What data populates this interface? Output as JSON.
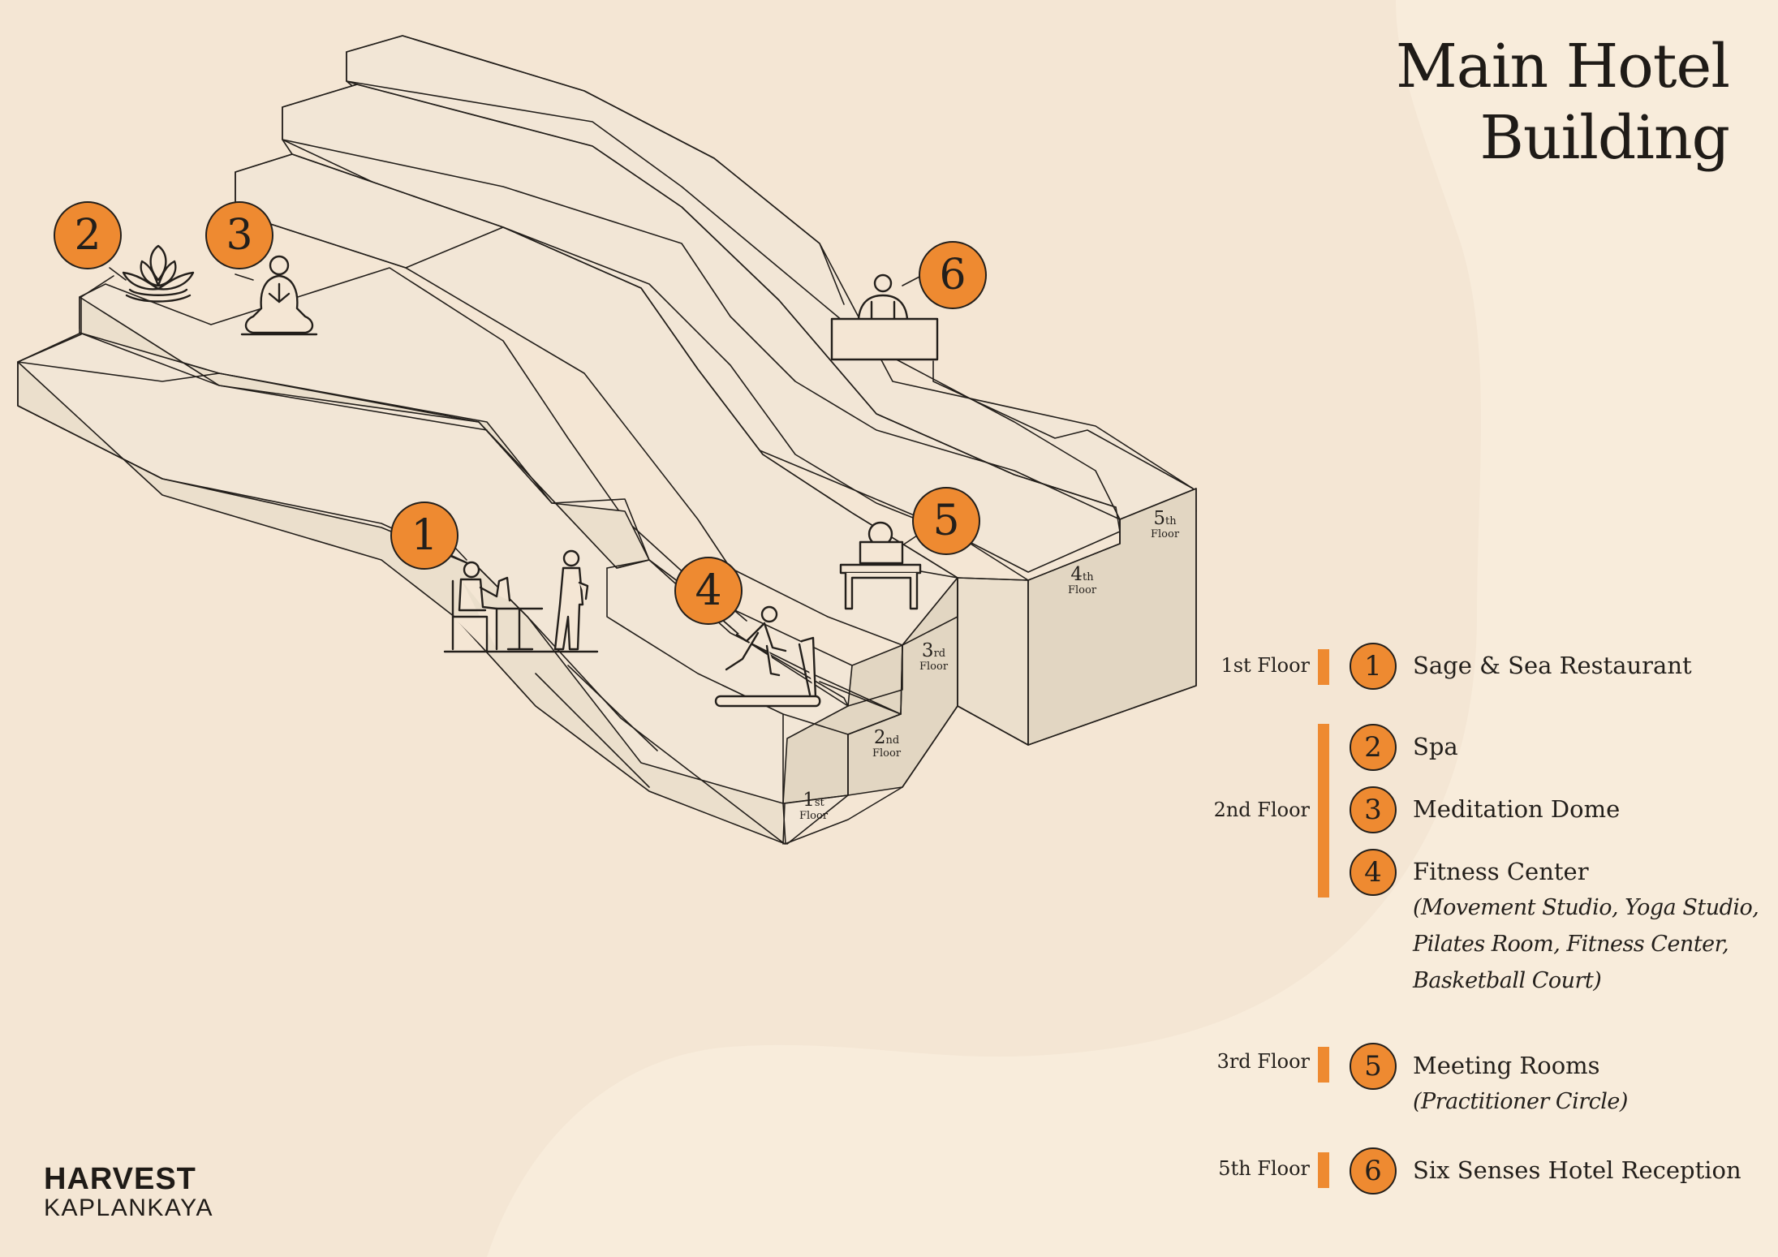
{
  "title": {
    "line1": "Main Hotel",
    "line2": "Building"
  },
  "brand": {
    "name": "HARVEST",
    "place": "KAPLANKAYA"
  },
  "colors": {
    "background": "#f4e6d4",
    "background_light": "#f8ecdb",
    "accent": "#ee8a31",
    "building_top": "#f2e6d6",
    "building_side": "#ebdfcc",
    "building_face": "#e2d6c2",
    "ink": "#231f1b"
  },
  "markers": [
    {
      "number": "1",
      "icon": "restaurant-dining-icon"
    },
    {
      "number": "2",
      "icon": "lotus-icon"
    },
    {
      "number": "3",
      "icon": "meditation-person-icon"
    },
    {
      "number": "4",
      "icon": "treadmill-runner-icon"
    },
    {
      "number": "5",
      "icon": "laptop-desk-icon"
    },
    {
      "number": "6",
      "icon": "reception-desk-icon"
    }
  ],
  "floor_tags": [
    {
      "num": "1",
      "suffix": "st",
      "word": "Floor"
    },
    {
      "num": "2",
      "suffix": "nd",
      "word": "Floor"
    },
    {
      "num": "3",
      "suffix": "rd",
      "word": "Floor"
    },
    {
      "num": "4",
      "suffix": "th",
      "word": "Floor"
    },
    {
      "num": "5",
      "suffix": "th",
      "word": "Floor"
    }
  ],
  "legend": {
    "groups": [
      {
        "floor": "1st Floor",
        "items": [
          {
            "number": "1",
            "label": "Sage & Sea Restaurant"
          }
        ]
      },
      {
        "floor": "2nd Floor",
        "items": [
          {
            "number": "2",
            "label": "Spa"
          },
          {
            "number": "3",
            "label": "Meditation Dome"
          },
          {
            "number": "4",
            "label": "Fitness Center",
            "details": [
              "(Movement Studio, Yoga Studio,",
              "Pilates Room, Fitness Center,",
              "Basketball Court)"
            ]
          }
        ]
      },
      {
        "floor": "3rd Floor",
        "items": [
          {
            "number": "5",
            "label": "Meeting Rooms",
            "details": [
              "(Practitioner Circle)"
            ]
          }
        ]
      },
      {
        "floor": "5th Floor",
        "items": [
          {
            "number": "6",
            "label": "Six Senses Hotel Reception"
          }
        ]
      }
    ]
  }
}
